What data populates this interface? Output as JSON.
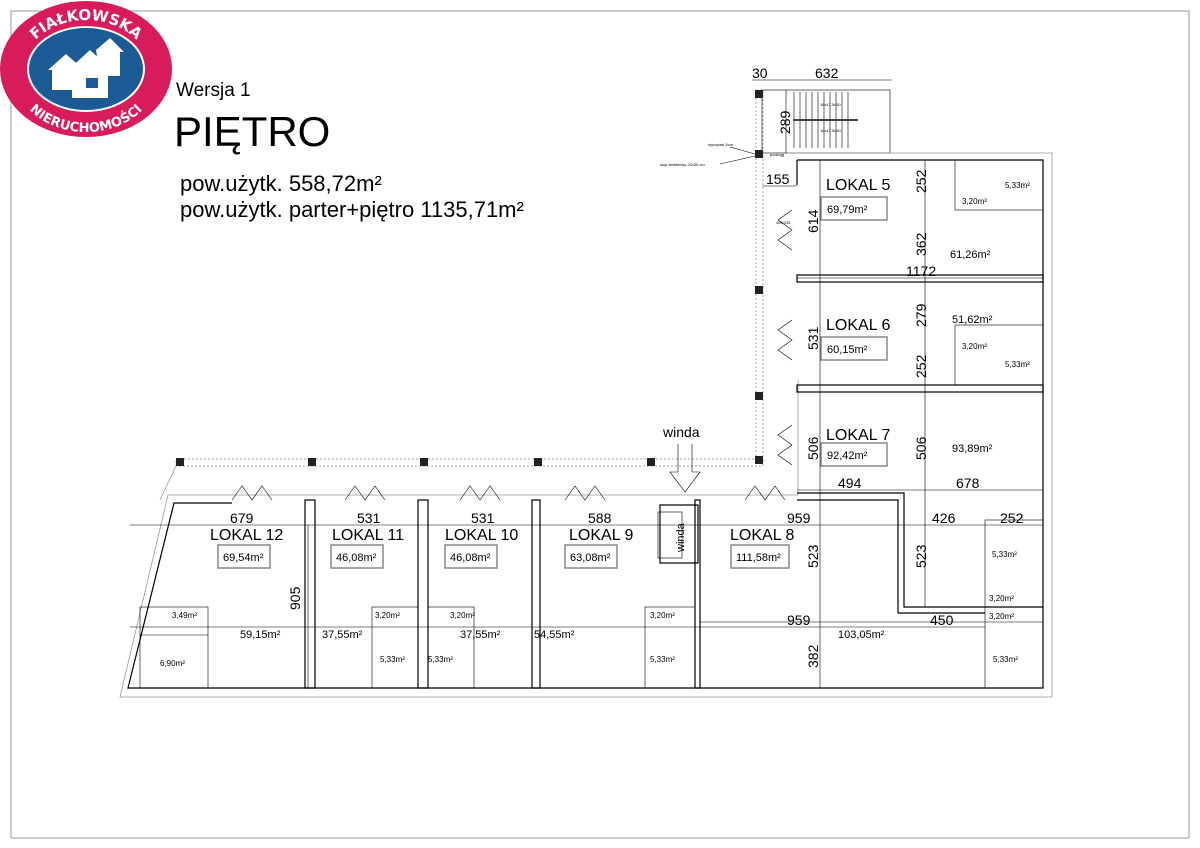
{
  "header": {
    "version": "Wersja 1",
    "title": "PIĘTRO",
    "area_floor": "pow.użytk. 558,72m²",
    "area_total": "pow.użytk. parter+piętro 1135,71m²"
  },
  "logo": {
    "top_text": "FIAŁKOWSKA",
    "bottom_text": "NIERUCHOMOŚCI",
    "colors": {
      "ring": "#d81b5a",
      "center": "#1b5a94"
    }
  },
  "units": [
    {
      "name": "LOKAL 5",
      "total": "69,79m²",
      "main": "61,26m²",
      "rooms": [
        "5,33m²",
        "3,20m²"
      ]
    },
    {
      "name": "LOKAL 6",
      "total": "60,15m²",
      "main": "51,62m²",
      "rooms": [
        "3,20m²",
        "5,33m²"
      ]
    },
    {
      "name": "LOKAL 7",
      "total": "92,42m²",
      "main": "93,89m²",
      "rooms": []
    },
    {
      "name": "LOKAL 8",
      "total": "111,58m²",
      "main": "103,05m²",
      "rooms": [
        "5,33m²",
        "3,20m²",
        "3,20m²",
        "5,33m²"
      ]
    },
    {
      "name": "LOKAL 9",
      "total": "63,08m²",
      "main": "54,55m²",
      "rooms": [
        "3,20m²",
        "5,33m²"
      ]
    },
    {
      "name": "LOKAL 10",
      "total": "46,08m²",
      "main": "37,55m²",
      "rooms": [
        "3,20m²",
        "5,33m²"
      ]
    },
    {
      "name": "LOKAL 11",
      "total": "46,08m²",
      "main": "37,55m²",
      "rooms": [
        "3,20m²",
        "5,33m²"
      ]
    },
    {
      "name": "LOKAL 12",
      "total": "69,54m²",
      "main": "59,15m²",
      "rooms": [
        "3,49m²",
        "6,90m²"
      ]
    }
  ],
  "dimensions": {
    "h": [
      "30",
      "632",
      "155",
      "1172",
      "494",
      "678",
      "679",
      "531",
      "531",
      "588",
      "959",
      "426",
      "252",
      "959",
      "450"
    ],
    "v": [
      "289",
      "614",
      "252",
      "362",
      "531",
      "279",
      "252",
      "506",
      "506",
      "523",
      "523",
      "382",
      "905"
    ]
  },
  "labels": {
    "elevator": "winda",
    "elevator_shaft": "winda",
    "styrofoam": "styropian 5cm",
    "column": "słup żelbetowy 20x30 cm",
    "beam": "podciąg",
    "stairs_1": "16x17,5x30",
    "stairs_2": "16x17,5x30",
    "door_tag": "400/235"
  }
}
